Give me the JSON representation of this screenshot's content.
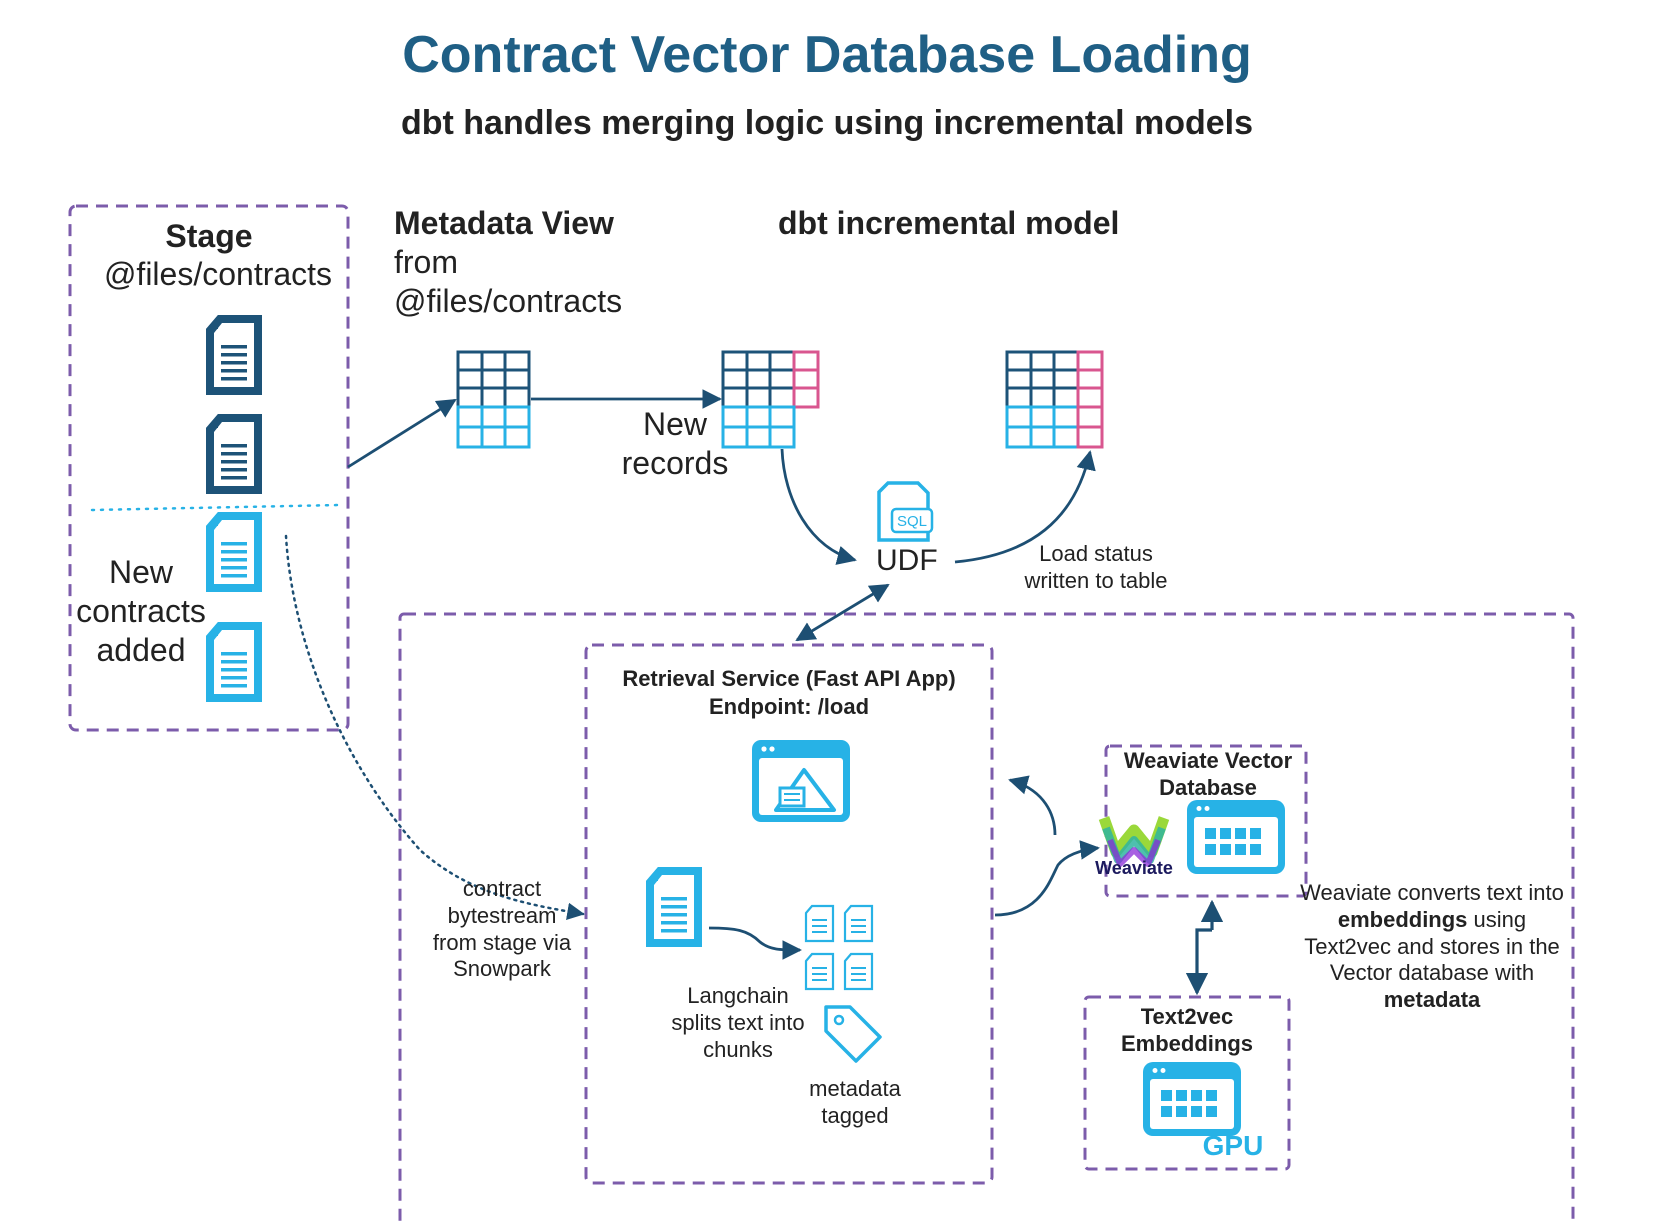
{
  "title": "Contract Vector Database Loading",
  "subtitle": "dbt handles merging logic using incremental models",
  "stage": {
    "title": "Stage",
    "path": "@files/contracts",
    "new_contracts": "New\ncontracts\nadded"
  },
  "metadata_view": {
    "title": "Metadata View",
    "line2": "from",
    "line3": "@files/contracts"
  },
  "dbt_model": {
    "title": "dbt incremental model"
  },
  "new_records": "New\nrecords",
  "udf": {
    "badge": "SQL",
    "label": "UDF"
  },
  "load_status": "Load status\nwritten to table",
  "contract_bytestream": "contract\nbytestream\nfrom stage via\nSnowpark",
  "retrieval_service": {
    "title": "Retrieval Service (Fast API App)",
    "endpoint": "Endpoint: /load"
  },
  "langchain": "Langchain\nsplits text into\nchunks",
  "metadata_tagged": "metadata\ntagged",
  "weaviate_db": {
    "title": "Weaviate Vector\nDatabase",
    "logo_text": "Weaviate"
  },
  "weaviate_note": {
    "p1": "Weaviate converts text into ",
    "b1": "embeddings",
    "p2": " using Text2vec and stores in the Vector database with ",
    "b2": "metadata"
  },
  "text2vec": {
    "title": "Text2vec\nEmbeddings",
    "gpu": "GPU"
  },
  "colors": {
    "title": "#1f5f85",
    "dark_blue": "#1d5378",
    "light_blue": "#27b2e6",
    "pink": "#d9568f",
    "purple": "#7c5cab",
    "arrow": "#1d4f73"
  }
}
